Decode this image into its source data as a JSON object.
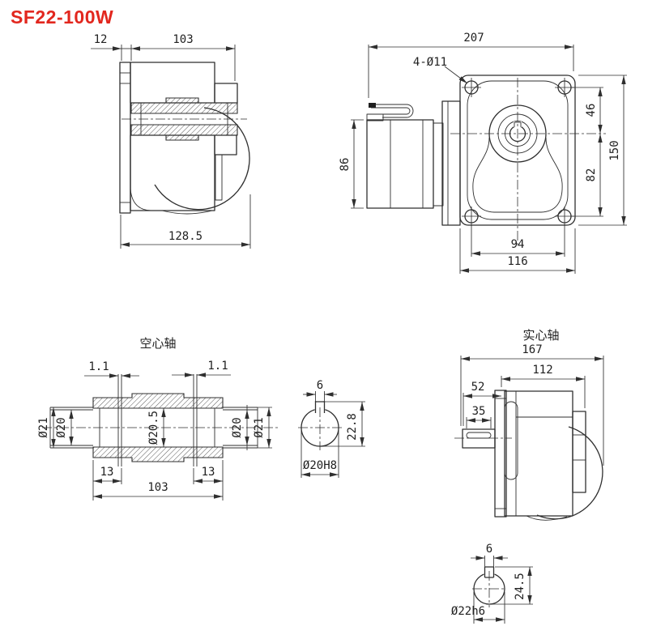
{
  "title": "SF22-100W",
  "colors": {
    "title": "#e2271e",
    "line": "#2f2f2f"
  },
  "labels": {
    "hollow_shaft": "空心轴",
    "solid_shaft": "实心轴"
  },
  "side_hollow": {
    "flange_thickness": "12",
    "body_length": "103",
    "overall_length": "128.5"
  },
  "front": {
    "overall_width": "207",
    "mount_holes": "4-Ø11",
    "hole_to_center": "46",
    "center_to_hole": "82",
    "flange_height": "150",
    "motor_height": "86",
    "hole_spacing": "94",
    "flange_width": "116"
  },
  "hollow_section": {
    "groove_left": "1.1",
    "groove_right": "1.1",
    "od_left": "Ø21",
    "id_left": "Ø20",
    "bore": "Ø20.5",
    "id_right": "Ø20",
    "od_right": "Ø21",
    "step_left": "13",
    "step_right": "13",
    "length": "103"
  },
  "hollow_end": {
    "key_width": "6",
    "key_height": "22.8",
    "bore": "Ø20H8"
  },
  "side_solid": {
    "overall_length": "167",
    "body_length": "112",
    "shaft_length": "52",
    "key_length": "35"
  },
  "solid_end": {
    "key_width": "6",
    "key_height": "24.5",
    "shaft_dia": "Ø22h6"
  }
}
